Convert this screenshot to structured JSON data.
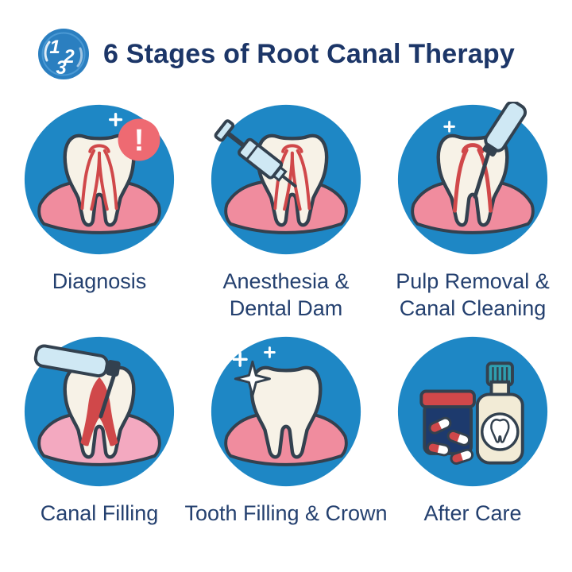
{
  "header": {
    "logo": {
      "digits": [
        "1",
        "2",
        "3"
      ]
    },
    "title": "6 Stages of Root Canal Therapy"
  },
  "stages": [
    {
      "label": "Diagnosis",
      "icon": "tooth-alert",
      "badge": "!"
    },
    {
      "label": "Anesthesia & Dental Dam",
      "icon": "tooth-syringe"
    },
    {
      "label": "Pulp Removal & Canal Cleaning",
      "icon": "tooth-file-tool"
    },
    {
      "label": "Canal Filling",
      "icon": "tooth-filling-tool"
    },
    {
      "label": "Tooth Filling & Crown",
      "icon": "tooth-sparkle"
    },
    {
      "label": "After Care",
      "icon": "mouthwash-and-pills"
    }
  ],
  "colors": {
    "circle_blue": "#1e87c5",
    "title_navy": "#1c3668",
    "label_navy": "#24406f",
    "outline_dark": "#33414f",
    "tooth_cream": "#f7f2e7",
    "gum_pink": "#f08c9e",
    "gum_light_pink": "#f3a9c0",
    "canal_red": "#d0484a",
    "alert_red": "#ee6a72",
    "tool_light_blue": "#cfe8f4",
    "cap_teal": "#2e9fb0",
    "bottle_cream": "#f2ebd6",
    "jar_navy": "#1d3a6d",
    "logo_blue": "#2b7fc0"
  }
}
